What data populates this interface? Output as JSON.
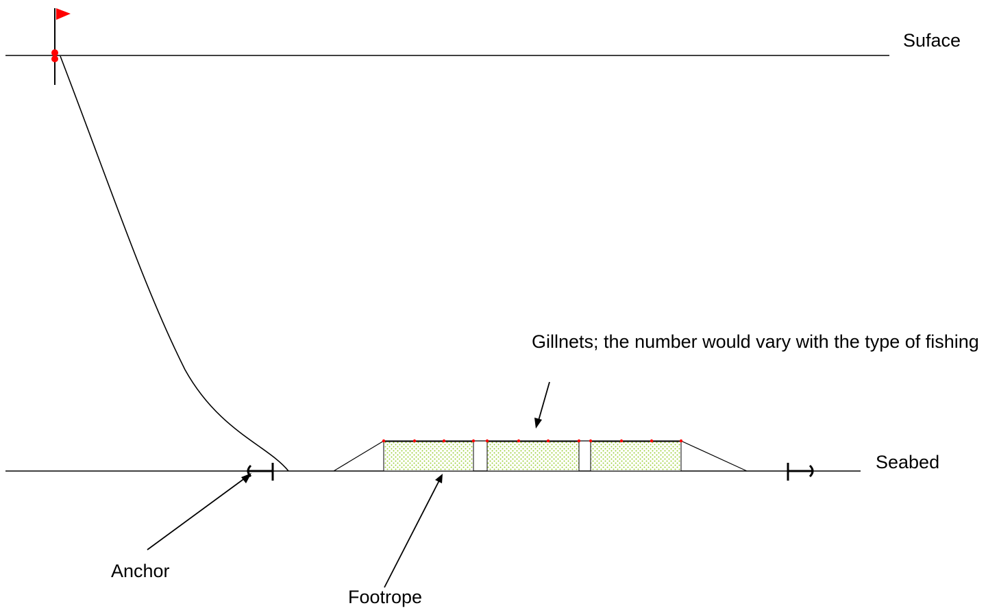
{
  "labels": {
    "surface": "Suface",
    "seabed": "Seabed",
    "anchor": "Anchor",
    "footrope": "Footrope",
    "gillnets": "Gillnets; the number would vary with the type of fishing"
  },
  "colors": {
    "line": "#000000",
    "buoy_flag": "#ff0000",
    "net_mesh": "#9acd32",
    "float": "#ff0000"
  },
  "icons": {
    "buoy": "flag-buoy-icon",
    "anchor_left": "anchor-icon",
    "anchor_right": "anchor-icon"
  }
}
